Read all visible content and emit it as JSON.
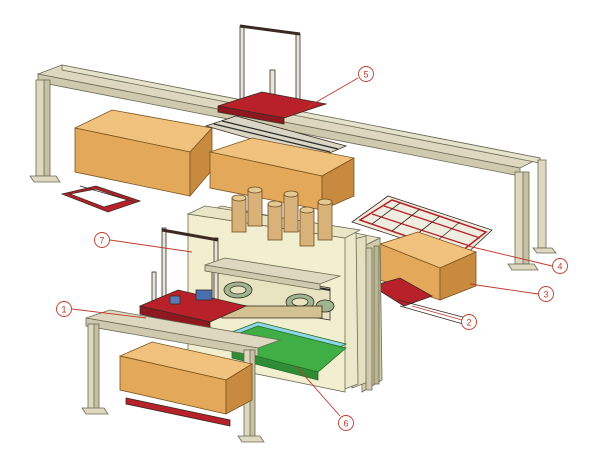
{
  "diagram": {
    "callouts": [
      {
        "id": "c1",
        "label": "1"
      },
      {
        "id": "c2",
        "label": "2"
      },
      {
        "id": "c3",
        "label": "3"
      },
      {
        "id": "c4",
        "label": "4"
      },
      {
        "id": "c5",
        "label": "5"
      },
      {
        "id": "c6",
        "label": "6"
      },
      {
        "id": "c7",
        "label": "7"
      }
    ],
    "colors": {
      "frame": "#ddd8bf",
      "frame_edge": "#6b6a55",
      "wood": "#e3a85a",
      "wood_dark": "#c88a3e",
      "red": "#b8202a",
      "plate_green": "#3fae45",
      "press_face": "#f1efcf",
      "cylinder": "#d9b27a",
      "callout": "#c0392b"
    }
  }
}
